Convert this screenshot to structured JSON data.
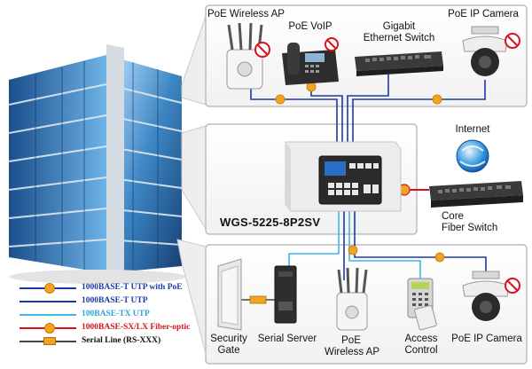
{
  "devices": {
    "poe_wireless_ap_top": "PoE Wireless AP",
    "poe_voip": "PoE VoIP",
    "gigabit_switch_line1": "Gigabit",
    "gigabit_switch_line2": "Ethernet Switch",
    "poe_ip_camera_top": "PoE IP Camera",
    "internet": "Internet",
    "core_switch_line1": "Core",
    "core_switch_line2": "Fiber Switch",
    "main_switch_model": "WGS-5225-8P2SV",
    "security_gate_line1": "Security",
    "security_gate_line2": "Gate",
    "serial_server": "Serial Server",
    "poe_wireless_ap_bottom_line1": "PoE",
    "poe_wireless_ap_bottom_line2": "Wireless AP",
    "access_control_line1": "Access",
    "access_control_line2": "Control",
    "poe_ip_camera_bottom": "PoE IP Camera"
  },
  "legend": [
    {
      "label": "1000BASE-T UTP with PoE",
      "color": "#1a3aa6",
      "marker": "dot"
    },
    {
      "label": "1000BASE-T UTP",
      "color": "#1a3aa6",
      "marker": "none"
    },
    {
      "label": "100BASE-TX UTP",
      "color": "#3fb6e8",
      "marker": "none"
    },
    {
      "label": "1000BASE-SX/LX Fiber-optic",
      "color": "#d4141c",
      "marker": "dot"
    },
    {
      "label": "Serial Line (RS-XXX)",
      "color": "#444444",
      "marker": "square"
    }
  ],
  "colors": {
    "poe_line": "#1a3aa6",
    "fast_line": "#3fb6e8",
    "fiber_line": "#d4141c",
    "serial_line": "#444444",
    "poe_marker": "#f4a320",
    "panel_border": "#bdbdbd",
    "building_glass": "#3d86c4"
  }
}
